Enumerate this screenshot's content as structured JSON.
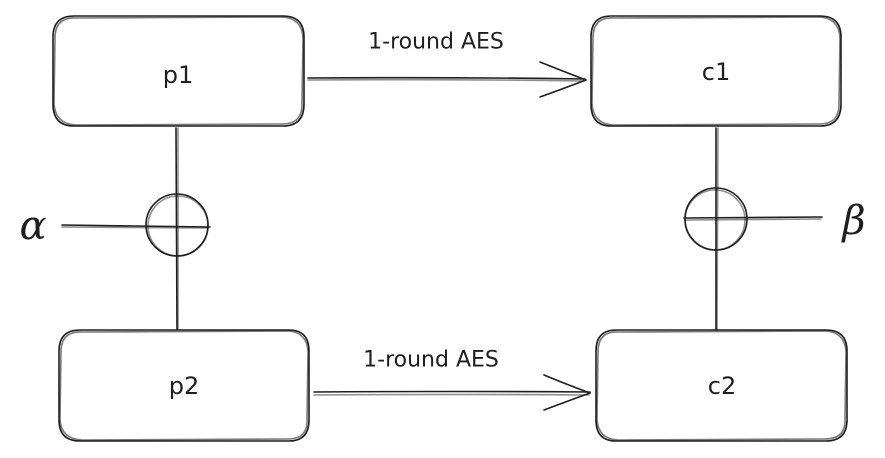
{
  "boxes": {
    "p1": "p1",
    "c1": "c1",
    "p2": "p2",
    "c2": "c2"
  },
  "edges": {
    "top": "1-round AES",
    "bottom": "1-round AES"
  },
  "xor_inputs": {
    "left": "α",
    "right": "β"
  }
}
